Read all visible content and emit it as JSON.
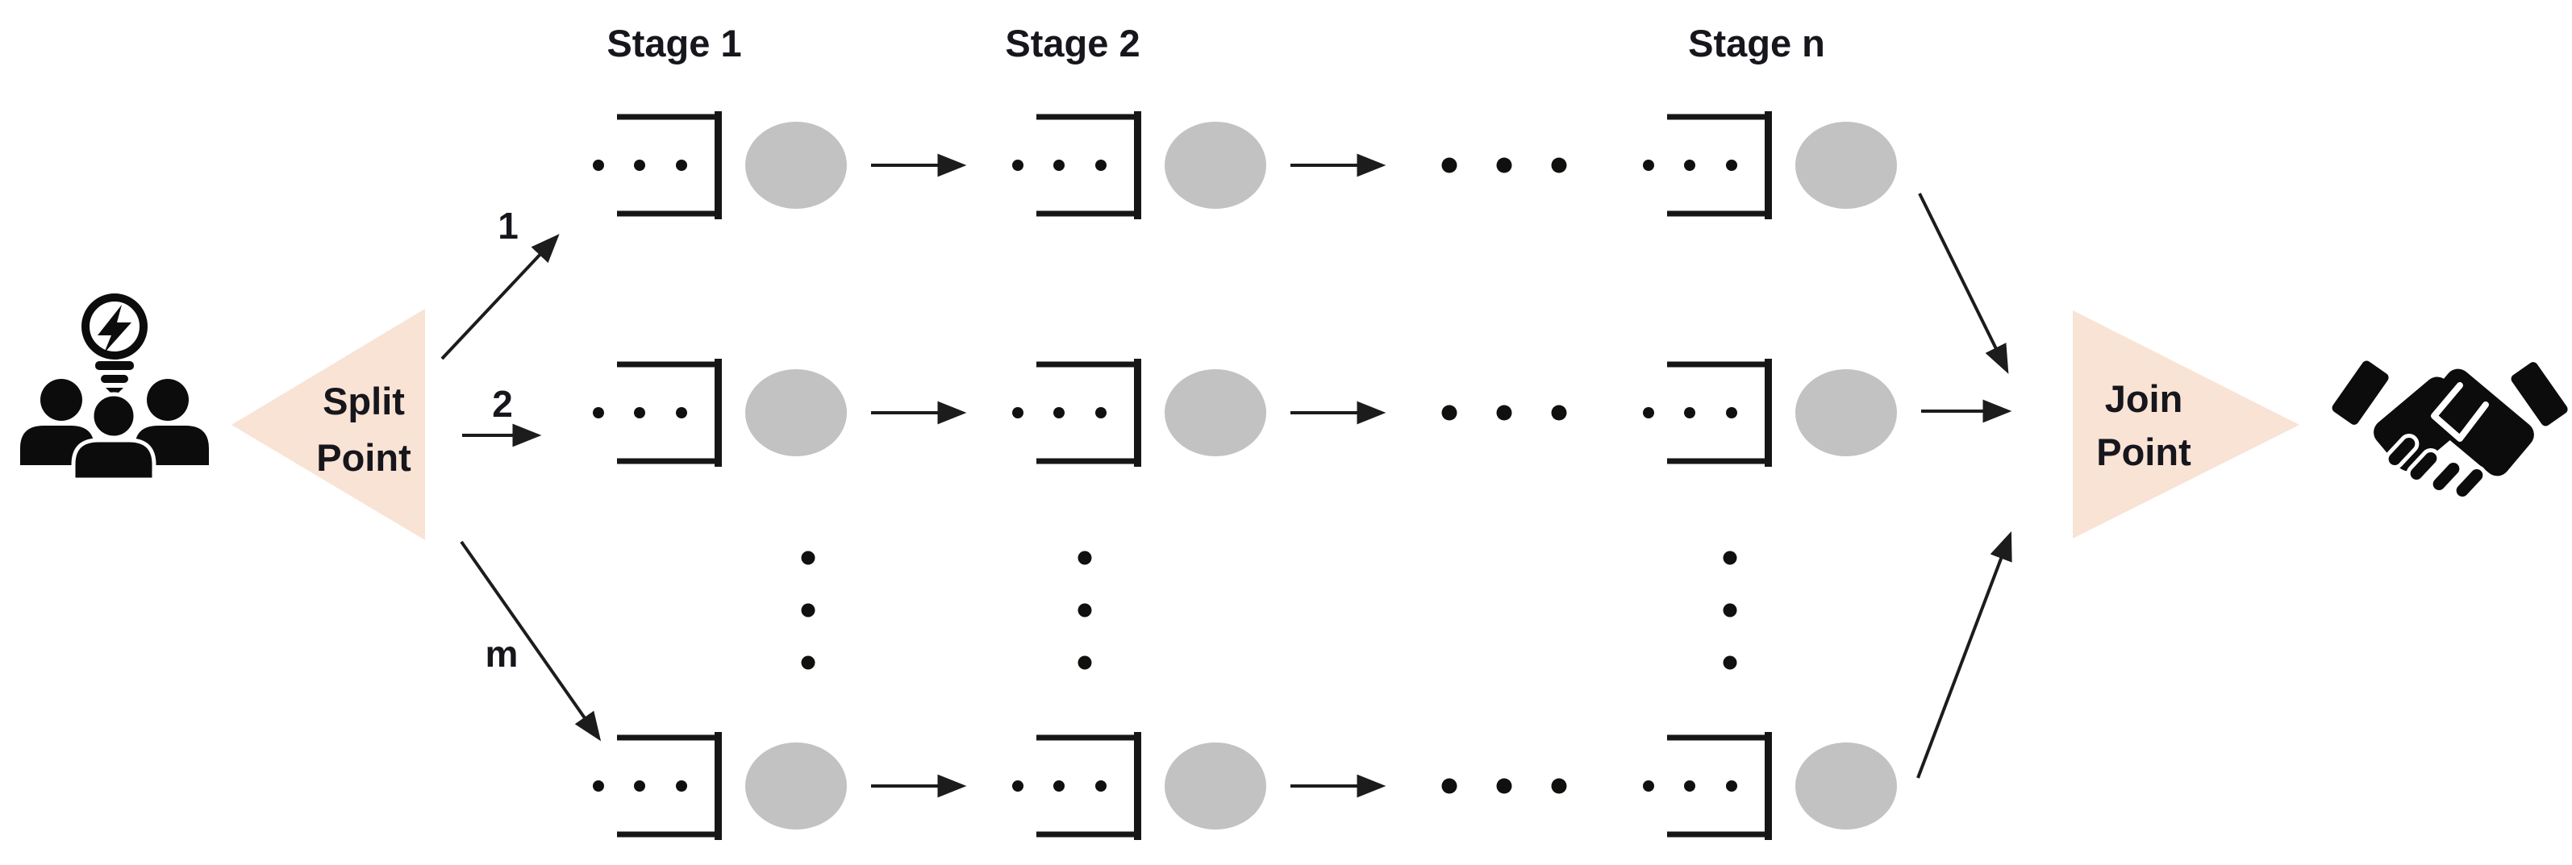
{
  "diagram": {
    "split": {
      "line1": "Split",
      "line2": "Point"
    },
    "join": {
      "line1": "Join",
      "line2": "Point"
    },
    "stages": [
      {
        "label": "Stage 1"
      },
      {
        "label": "Stage 2"
      },
      {
        "label": "Stage n"
      }
    ],
    "branches": [
      {
        "label": "1"
      },
      {
        "label": "2"
      },
      {
        "label": "m"
      }
    ],
    "icons": {
      "source": "team-idea-icon",
      "sink": "handshake-icon",
      "queue": "queue-icon",
      "server": "server-circle-icon",
      "more_stages": "horizontal-ellipsis-icon",
      "more_rows": "vertical-ellipsis-icon"
    },
    "colors": {
      "triangle_fill": "#f9e3d4",
      "server_fill": "#c2c2c2",
      "ink": "#1a1a1a",
      "text": "#16161d"
    }
  }
}
